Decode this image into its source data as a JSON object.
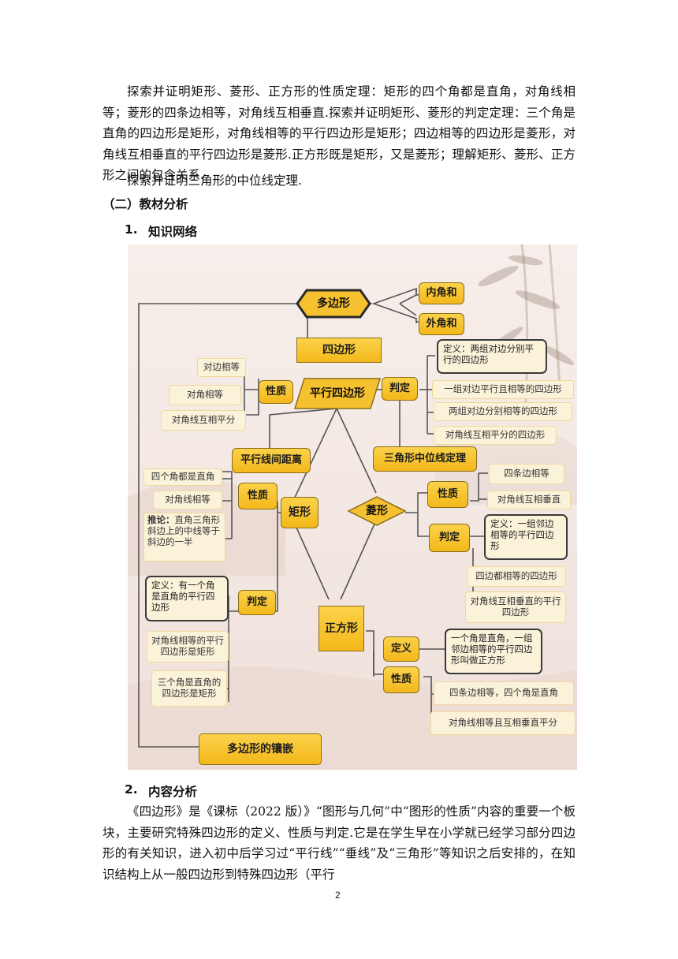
{
  "paragraphs": {
    "p1": "探索并证明矩形、菱形、正方形的性质定理：矩形的四个角都是直角，对角线相等；菱形的四条边相等，对角线互相垂直.探索并证明矩形、菱形的判定定理：三个角是直角的四边形是矩形，对角线相等的平行四边形是矩形；四边相等的四边形是菱形，对角线互相垂直的平行四边形是菱形.正方形既是矩形，又是菱形；理解矩形、菱形、正方形之间的包含关系.",
    "p2": "探索并证明三角形的中位线定理.",
    "p3": "《四边形》是《课标（2022 版）》“图形与几何”中“图形的性质”内容的重要一个板块，主要研究特殊四边形的定义、性质与判定.它是在学生早在小学就已经学习部分四边形的有关知识，进入初中后学习过“平行线”“垂线”及“三角形”等知识之后安排的，在知识结构上从一般四边形到特殊四边形（平行"
  },
  "headings": {
    "section": "（二）教材分析",
    "sub1_num": "1.",
    "sub1": "知识网络",
    "sub2_num": "2.",
    "sub2": "内容分析"
  },
  "diagram": {
    "polygon": "多边形",
    "interior_angles": "内角和",
    "exterior_angles": "外角和",
    "quadrilateral": "四边形",
    "parallelogram": "平行四边形",
    "pg_property": "性质",
    "pg_props": [
      "对边相等",
      "对角相等",
      "对角线互相平分"
    ],
    "pg_judge": "判定",
    "pg_def": "定义：两组对边分别平行的四边形",
    "pg_judges": [
      "一组对边平行且相等的四边形",
      "两组对边分别相等的四边形",
      "对角线互相平分的四边形"
    ],
    "midline": "三角形中位线定理",
    "parallel_dist": "平行线间距离",
    "rectangle": "矩形",
    "rect_property": "性质",
    "rect_props": [
      "四个角都是直角",
      "对角线相等"
    ],
    "rect_corollary_label": "推论：",
    "rect_corollary": "直角三角形斜边上的中线等于斜边的一半",
    "rect_judge": "判定",
    "rect_def": "定义：有一个角是直角的平行四边形",
    "rect_judges": [
      "对角线相等的平行四边形是矩形",
      "三个角是直角的四边形是矩形"
    ],
    "rhombus": "菱形",
    "rh_property": "性质",
    "rh_props": [
      "四条边相等",
      "对角线互相垂直"
    ],
    "rh_judge": "判定",
    "rh_def": "定义：一组邻边相等的平行四边形",
    "rh_judges": [
      "四边都相等的四边形",
      "对角线互相垂直的平行四边形"
    ],
    "square": "正方形",
    "sq_def_label": "定义",
    "sq_def": "一个角是直角，一组邻边相等的平行四边形叫做正方形",
    "sq_property": "性质",
    "sq_props": [
      "四条边相等，四个角是直角",
      "对角线相等且互相垂直平分"
    ],
    "tessellation": "多边形的镶嵌"
  },
  "page_number": "2"
}
